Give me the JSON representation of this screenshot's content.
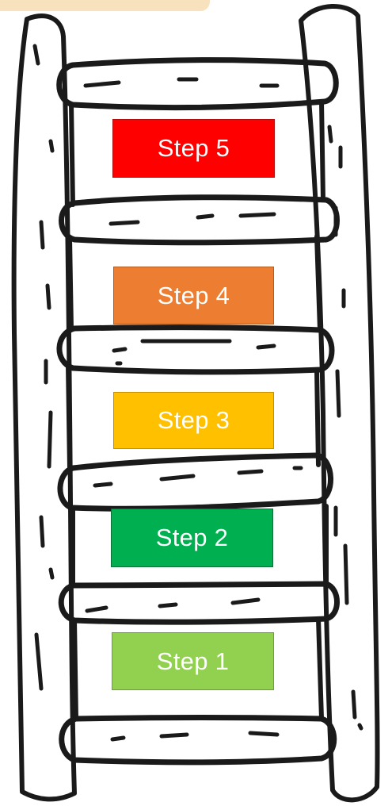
{
  "steps": [
    {
      "label": "Step 1",
      "color": "#92d050"
    },
    {
      "label": "Step 2",
      "color": "#00b050"
    },
    {
      "label": "Step 3",
      "color": "#ffc000"
    },
    {
      "label": "Step 4",
      "color": "#ed7d31"
    },
    {
      "label": "Step 5",
      "color": "#ff0000"
    }
  ],
  "colors": {
    "ink": "#1a1a1a",
    "accent": "#f7e2bd"
  }
}
